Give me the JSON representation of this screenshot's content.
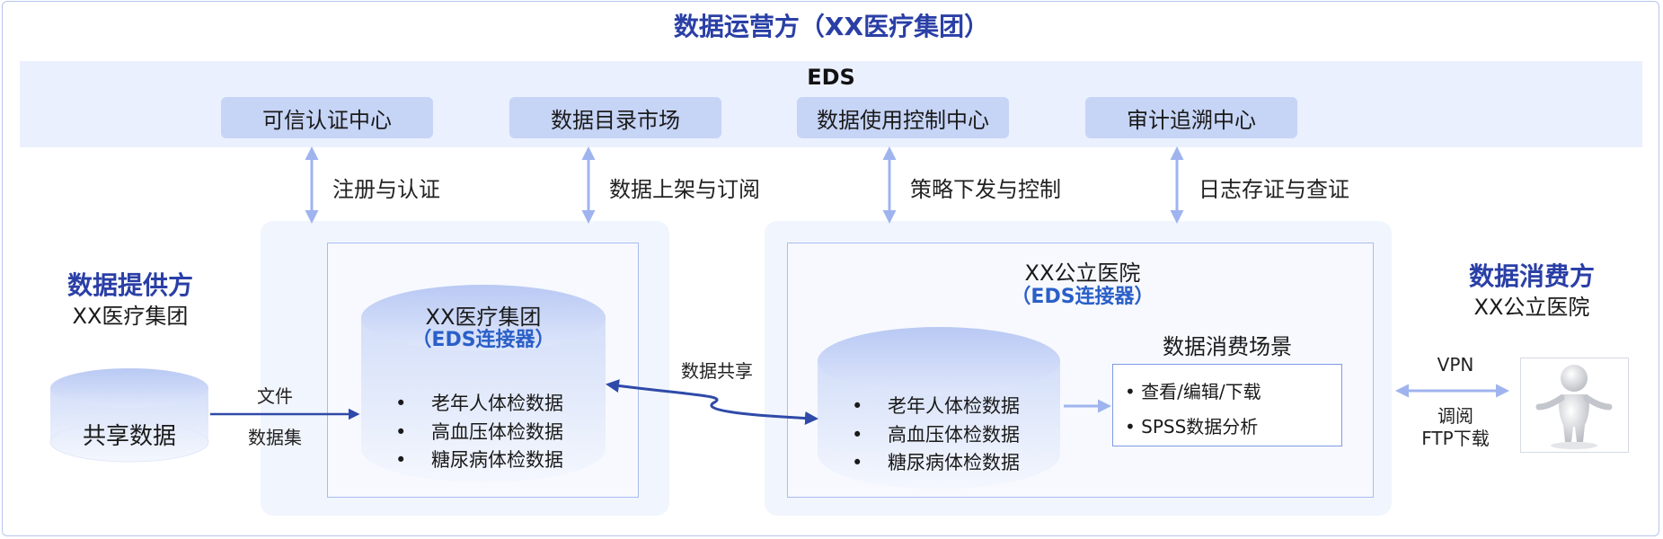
{
  "title": "数据运营方（XX医疗集团）",
  "eds": {
    "title": "EDS",
    "modules": [
      "可信认证中心",
      "数据目录市场",
      "数据使用控制中心",
      "审计追溯中心"
    ]
  },
  "flows": [
    "注册与认证",
    "数据上架与订阅",
    "策略下发与控制",
    "日志存证与查证"
  ],
  "provider": {
    "heading": "数据提供方",
    "name": "XX医疗集团",
    "source_db": "共享数据",
    "link_top": "文件",
    "link_bottom": "数据集",
    "connector_name": "XX医疗集团",
    "connector_sub": "（EDS连接器）",
    "items": [
      "老年人体检数据",
      "高血压体检数据",
      "糖尿病体检数据"
    ]
  },
  "share_label": "数据共享",
  "consumer": {
    "heading": "数据消费方",
    "name": "XX公立医院",
    "connector_name": "XX公立医院",
    "connector_sub": "（EDS连接器）",
    "items": [
      "老年人体检数据",
      "高血压体检数据",
      "糖尿病体检数据"
    ],
    "scene_title": "数据消费场景",
    "scene_items": [
      "• 查看/编辑/下载",
      "• SPSS数据分析"
    ],
    "vpn_label": "VPN",
    "access_line1": "调阅",
    "access_line2": "FTP下载",
    "bullet_glyph": "•"
  },
  "colors": {
    "accent": "#2a3fa6",
    "arrow": "#9fb4ef",
    "dark_arrow": "#2f4aa8",
    "panel": "#f1f5fd",
    "module": "#c6d4f6"
  }
}
